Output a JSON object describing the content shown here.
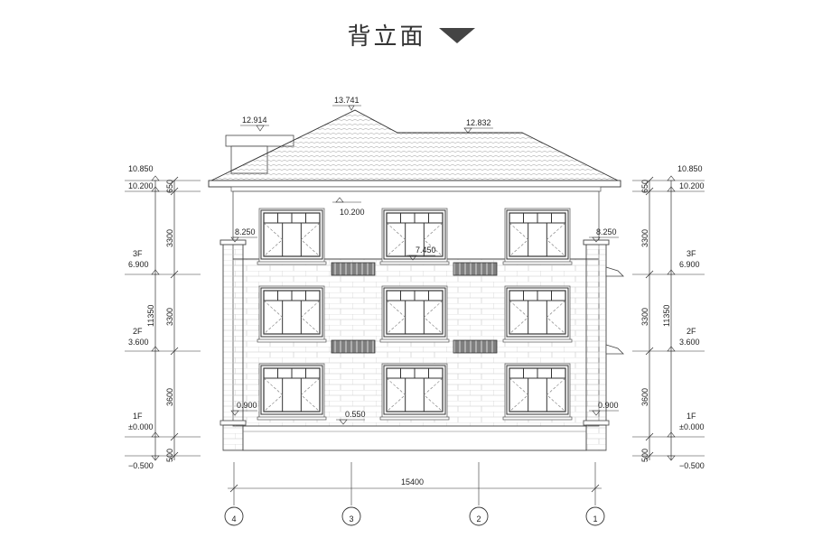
{
  "title": "背立面",
  "elevations": {
    "ridge": "13.741",
    "roof_left": "12.914",
    "roof_right": "12.832",
    "eave": "10.200",
    "parapet_left": "8.250",
    "parapet_right": "8.250",
    "mid": "7.450",
    "plinth_left": "0.900",
    "plinth_right": "0.900",
    "ground": "0.550"
  },
  "left_levels": {
    "top": "10.850",
    "eave": "10.200",
    "f3_name": "3F",
    "f3": "6.900",
    "f2_name": "2F",
    "f2": "3.600",
    "f1_name": "1F",
    "f1": "±0.000",
    "base": "−0.500"
  },
  "right_levels": {
    "top": "10.850",
    "eave": "10.200",
    "f3_name": "3F",
    "f3": "6.900",
    "f2_name": "2F",
    "f2": "3.600",
    "f1_name": "1F",
    "f1": "±0.000",
    "base": "−0.500"
  },
  "dims": {
    "d650": "650",
    "d3300a": "3300",
    "d3300b": "3300",
    "d3600": "3600",
    "d500": "500",
    "total": "11350",
    "width": "15400"
  },
  "axes": [
    "4",
    "3",
    "2",
    "1"
  ]
}
